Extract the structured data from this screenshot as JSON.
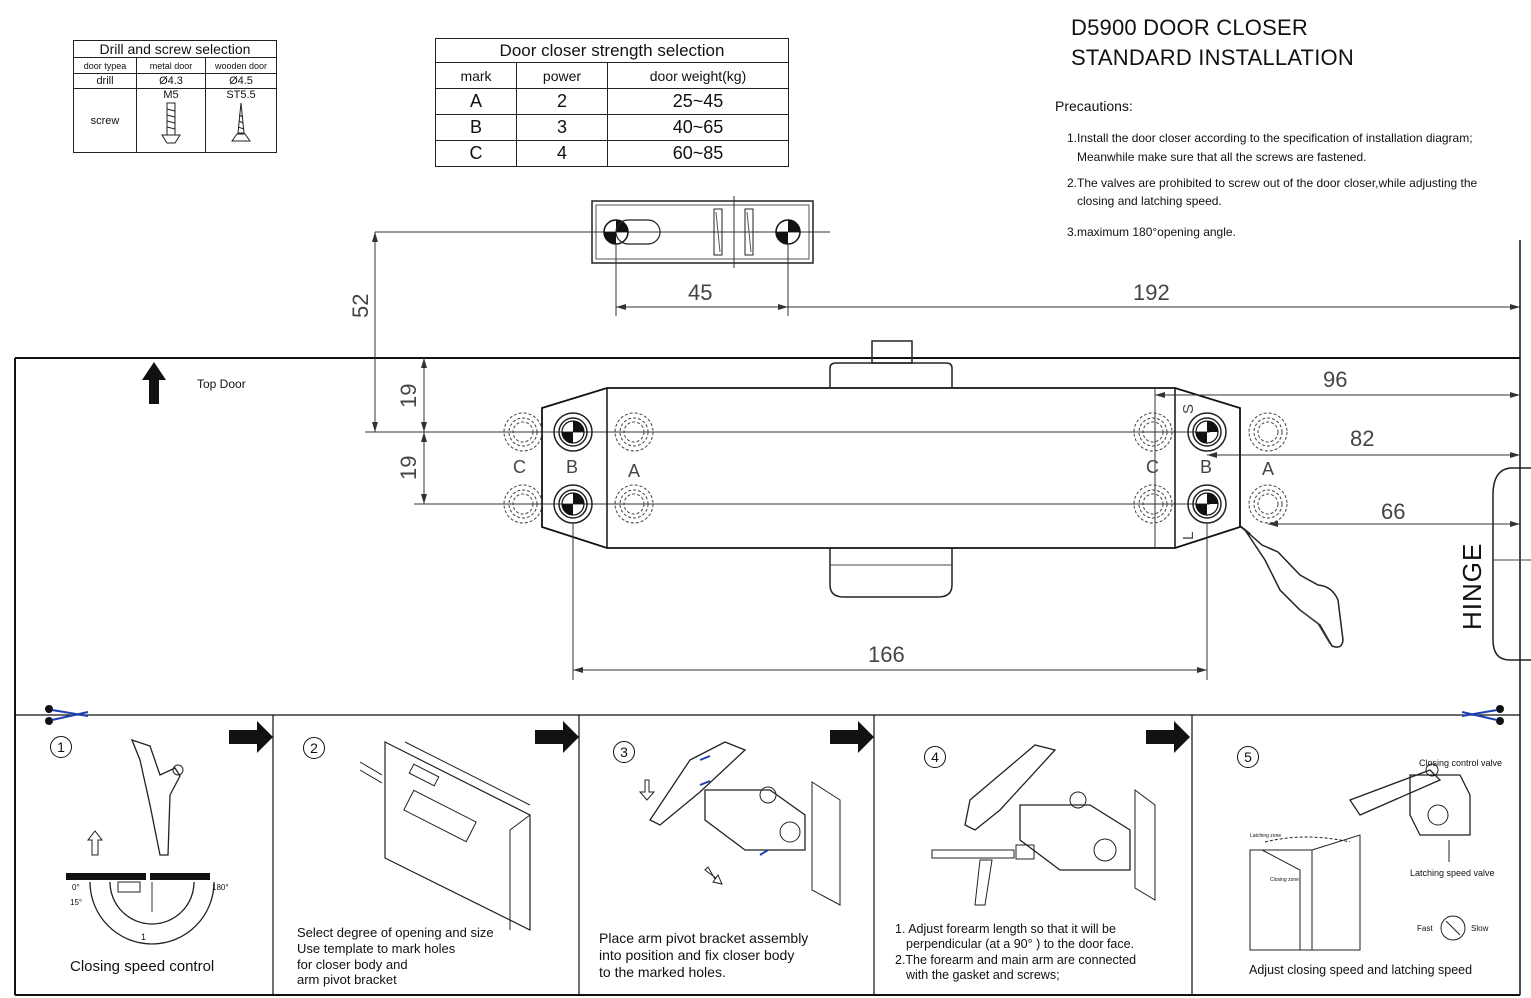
{
  "header": {
    "title_line1": "D5900 DOOR CLOSER",
    "title_line2": "STANDARD INSTALLATION",
    "precautions_label": "Precautions:",
    "precautions": [
      "1.Install the door closer according to the specification of  installation diagram;",
      "Meanwhile make sure that all the screws are fastened.",
      "2.The valves are prohibited to screw out of the door closer,while adjusting the",
      "closing and latching speed.",
      "3.maximum 180°opening angle."
    ]
  },
  "drill_table": {
    "title": "Drill and screw selection",
    "headers": [
      "door typea",
      "metal door",
      "wooden door"
    ],
    "drill_label": "drill",
    "drill_values": [
      "Ø4.3",
      "Ø4.5"
    ],
    "screw_label": "screw",
    "screw_values": [
      "M5",
      "ST5.5"
    ]
  },
  "strength_table": {
    "title": "Door closer strength selection",
    "headers": [
      "mark",
      "power",
      "door weight(kg)"
    ],
    "rows": [
      [
        "A",
        "2",
        "25~45"
      ],
      [
        "B",
        "3",
        "40~65"
      ],
      [
        "C",
        "4",
        "60~85"
      ]
    ]
  },
  "template": {
    "top_door": "Top Door",
    "hinge": "HINGE",
    "dims": {
      "d45": "45",
      "d192": "192",
      "d52": "52",
      "d19a": "19",
      "d19b": "19",
      "d96": "96",
      "d82": "82",
      "d66": "66",
      "d166": "166"
    },
    "hole_labels_left": [
      "C",
      "B",
      "A"
    ],
    "hole_labels_right": [
      "C",
      "B",
      "A"
    ],
    "s_label": "S",
    "l_label": "L"
  },
  "steps": [
    {
      "num": "1",
      "caption": [
        "Closing speed control"
      ],
      "marks": {
        "deg0": "0°",
        "deg15": "15°",
        "deg180": "180°",
        "one": "1"
      }
    },
    {
      "num": "2",
      "caption": [
        "Select degree of opening and size",
        "Use template to mark holes",
        "for closer body and",
        "arm pivot bracket"
      ]
    },
    {
      "num": "3",
      "caption": [
        "Place arm pivot bracket assembly",
        "into position and fix closer body",
        "to the marked holes."
      ]
    },
    {
      "num": "4",
      "caption": [
        "1. Adjust forearm length so that it will be",
        "perpendicular (at a 90°   ) to the door face.",
        "2.The forearm and main arm are connected",
        "with the gasket and screws;"
      ]
    },
    {
      "num": "5",
      "caption": [
        "Adjust closing speed and latching speed"
      ],
      "labels": {
        "closing_valve": "Closing control valve",
        "latching_valve": "Latching speed valve",
        "latching_zone": "Latching zone",
        "closing_zone": "Closing zone",
        "fast": "Fast",
        "slow": "Slow"
      }
    }
  ]
}
